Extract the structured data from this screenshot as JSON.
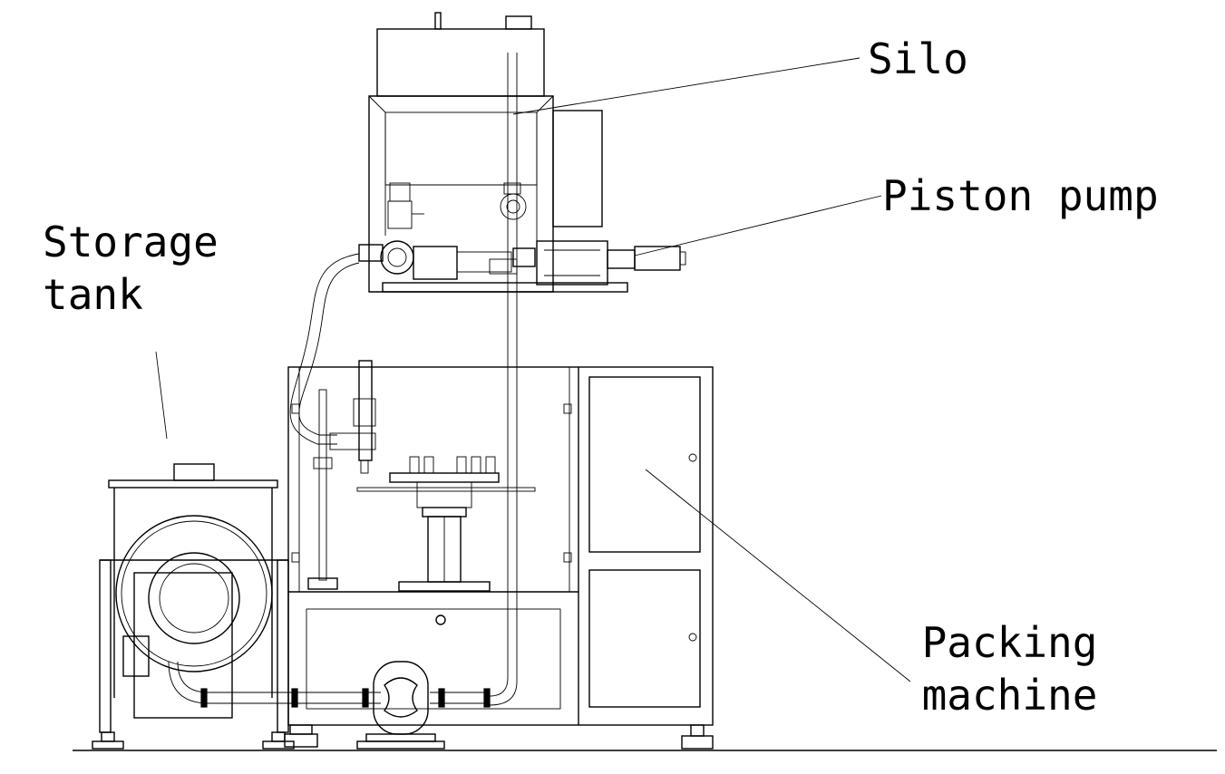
{
  "labels": {
    "silo": "Silo",
    "piston_pump": "Piston pump",
    "storage_tank_line1": "Storage",
    "storage_tank_line2": "tank",
    "packing_machine_line1": "Packing",
    "packing_machine_line2": "machine"
  },
  "colors": {
    "line": "#000000",
    "background": "#ffffff"
  }
}
